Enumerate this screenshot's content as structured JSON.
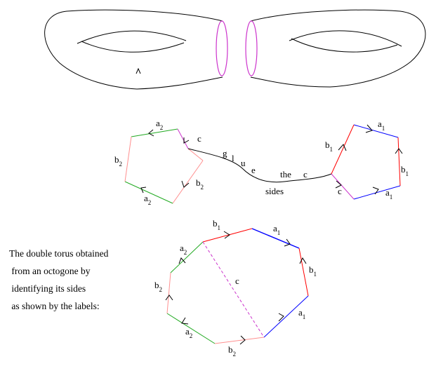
{
  "colors": {
    "outline": "#000000",
    "boundary_circle": "#cc33cc",
    "red": "#ff0000",
    "blue": "#0000ff",
    "green": "#22aa22",
    "pink": "#ff9090",
    "magenta": "#cc33cc"
  },
  "hexagon_left": {
    "a2_top": {
      "base": "a",
      "sub": "2"
    },
    "c": {
      "base": "c"
    },
    "b2_left": {
      "base": "b",
      "sub": "2"
    },
    "b2_right": {
      "base": "b",
      "sub": "2"
    },
    "a2_bottom": {
      "base": "a",
      "sub": "2"
    }
  },
  "glue": {
    "words": [
      "g",
      "l",
      "u",
      "e",
      "the",
      "c",
      "sides"
    ]
  },
  "hexagon_right": {
    "a1_top": {
      "base": "a",
      "sub": "1"
    },
    "b1_left": {
      "base": "b",
      "sub": "1"
    },
    "b1_right": {
      "base": "b",
      "sub": "1"
    },
    "c": {
      "base": "c"
    },
    "a1_bottom": {
      "base": "a",
      "sub": "1"
    }
  },
  "octagon": {
    "b1_top": {
      "base": "b",
      "sub": "1"
    },
    "a1_top": {
      "base": "a",
      "sub": "1"
    },
    "a2_left": {
      "base": "a",
      "sub": "2"
    },
    "c": {
      "base": "c"
    },
    "b1_right": {
      "base": "b",
      "sub": "1"
    },
    "b2_left": {
      "base": "b",
      "sub": "2"
    },
    "a1_right": {
      "base": "a",
      "sub": "1"
    },
    "a2_bottom": {
      "base": "a",
      "sub": "2"
    },
    "b2_bottom": {
      "base": "b",
      "sub": "2"
    }
  },
  "caption": [
    "The double torus obtained",
    " from an octogone by",
    " identifying its sides",
    " as shown by the labels:"
  ]
}
